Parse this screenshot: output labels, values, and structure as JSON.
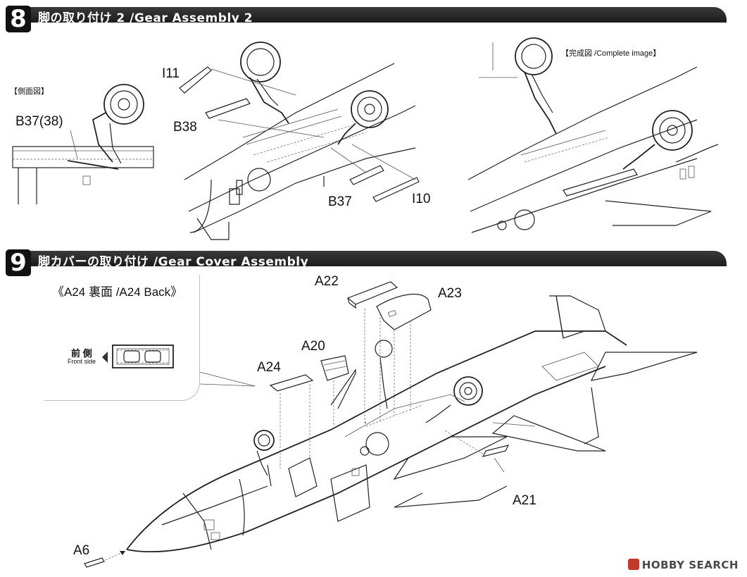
{
  "steps": [
    {
      "number": "8",
      "title": "脚の取り付け 2 /Gear Assembly 2"
    },
    {
      "number": "9",
      "title": "脚カバーの取り付け /Gear Cover Assembly"
    }
  ],
  "step8": {
    "side_view_label": "【側面図】",
    "complete_label": "【完成図 /Complete image】",
    "parts": {
      "b37_38": "B37(38)",
      "i11": "I11",
      "b38": "B38",
      "b37": "B37",
      "i10": "I10"
    }
  },
  "step9": {
    "back_label": "《A24 裏面 /A24 Back》",
    "front_side_jp": "前 側",
    "front_side_en": "Front side",
    "parts": {
      "a22": "A22",
      "a23": "A23",
      "a20": "A20",
      "a24": "A24",
      "a21": "A21",
      "a6": "A6"
    }
  },
  "watermark": "HOBBY SEARCH"
}
